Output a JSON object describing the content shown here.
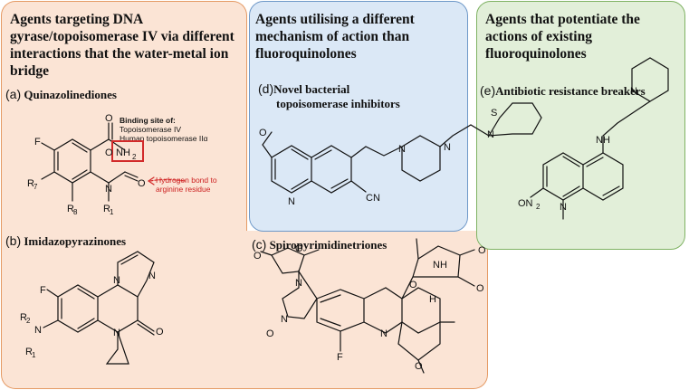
{
  "panels": {
    "left": {
      "heading": "Agents targeting DNA gyrase/topoisomerase IV via different interactions that the water-metal ion bridge",
      "a": {
        "letter": "(a)",
        "title": "Quinazolinediones"
      },
      "binding_site_title": "Binding site of:",
      "binding_site_line1": "Topoisomerase IV",
      "binding_site_line2": "Human topoisomerase IIα",
      "hbond_line1": "Hydrogen bond to",
      "hbond_line2": "arginine residue",
      "b": {
        "letter": "(b)",
        "title": "Imidazopyrazinones"
      },
      "c": {
        "letter": "(c)",
        "title": "Spiropyrimidinetriones"
      }
    },
    "middle": {
      "heading": "Agents utilising a different mechanism of action than fluoroquinolones",
      "d": {
        "letter": "(d)",
        "title_line1": "Novel bacterial",
        "title_line2": "topoisomerase inhibitors"
      }
    },
    "right": {
      "heading": "Agents that potentiate the actions of existing fluoroquinolones",
      "e": {
        "letter": "(e)",
        "title": "Antibiotic resistance breakers"
      }
    }
  },
  "atoms": {
    "O": "O",
    "N": "N",
    "F": "F",
    "S": "S",
    "H": "H",
    "NH": "NH",
    "NH2": "NH",
    "NH2_sub": "2",
    "R7": "R",
    "R7_sub": "7",
    "R8": "R",
    "R8_sub": "8",
    "R1": "R",
    "R1_sub": "1",
    "R2": "R",
    "R2_sub": "2",
    "CN": "CN",
    "ON": "ON",
    "ON_sub": "2"
  },
  "colors": {
    "orange_fill": "#fbe4d5",
    "orange_border": "#e59a64",
    "blue_fill": "#dbe8f6",
    "blue_border": "#6e98c8",
    "green_fill": "#e2efd9",
    "green_border": "#7fb263",
    "highlight_red": "#cc1f1f"
  }
}
